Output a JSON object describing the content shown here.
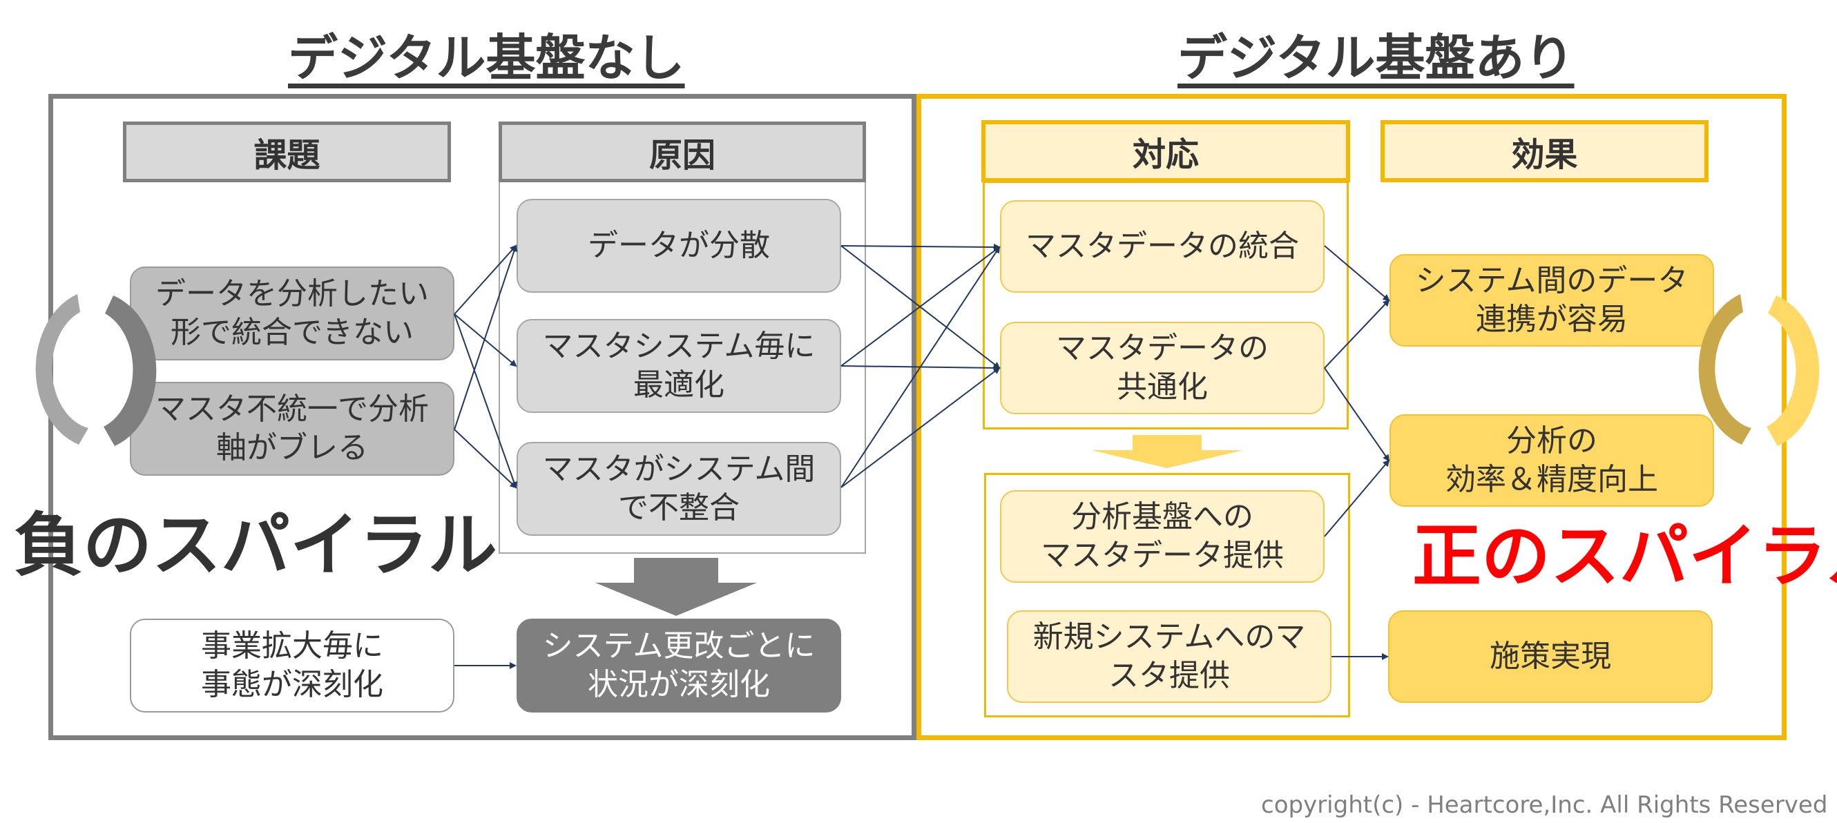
{
  "left": {
    "title": "デジタル基盤なし",
    "header_issues": "課題",
    "header_causes": "原因",
    "issues": [
      [
        "データを分析したい",
        "形で統合できない"
      ],
      [
        "マスタ不統一で分析",
        "軸がブレる"
      ]
    ],
    "causes": [
      [
        "データが分散"
      ],
      [
        "マスタシステム毎に",
        "最適化"
      ],
      [
        "マスタがシステム間",
        "で不整合"
      ]
    ],
    "bottom_issue": [
      "事業拡大毎に",
      "事態が深刻化"
    ],
    "bottom_cause": [
      "システム更改ごとに",
      "状況が深刻化"
    ],
    "spiral_label": "負のスパイラル"
  },
  "right": {
    "title": "デジタル基盤あり",
    "header_actions": "対応",
    "header_effects": "効果",
    "actions": [
      [
        "マスタデータの統合"
      ],
      [
        "マスタデータの",
        "共通化"
      ]
    ],
    "actions_lower": [
      [
        "分析基盤への",
        "マスタデータ提供"
      ],
      [
        "新規システムへのマ",
        "スタ提供"
      ]
    ],
    "effects": [
      [
        "システム間のデータ",
        "連携が容易"
      ],
      [
        "分析の",
        "効率＆精度向上"
      ],
      [
        "施策実現"
      ]
    ],
    "spiral_label": "正のスパイラル"
  },
  "copyright": "copyright(c)  - Heartcore,Inc. All Rights Reserved",
  "colors": {
    "left_frame": "#7f7f7f",
    "right_frame": "#f5b800",
    "arrow_lines": "#1f3864",
    "negative_spiral": "#333333",
    "positive_spiral": "#ff0000",
    "left_cycle_icon": "#a6a6a6",
    "right_cycle_icon": "#ffd966"
  },
  "icons": [
    "cycle-arrows-icon",
    "down-arrow-icon"
  ]
}
